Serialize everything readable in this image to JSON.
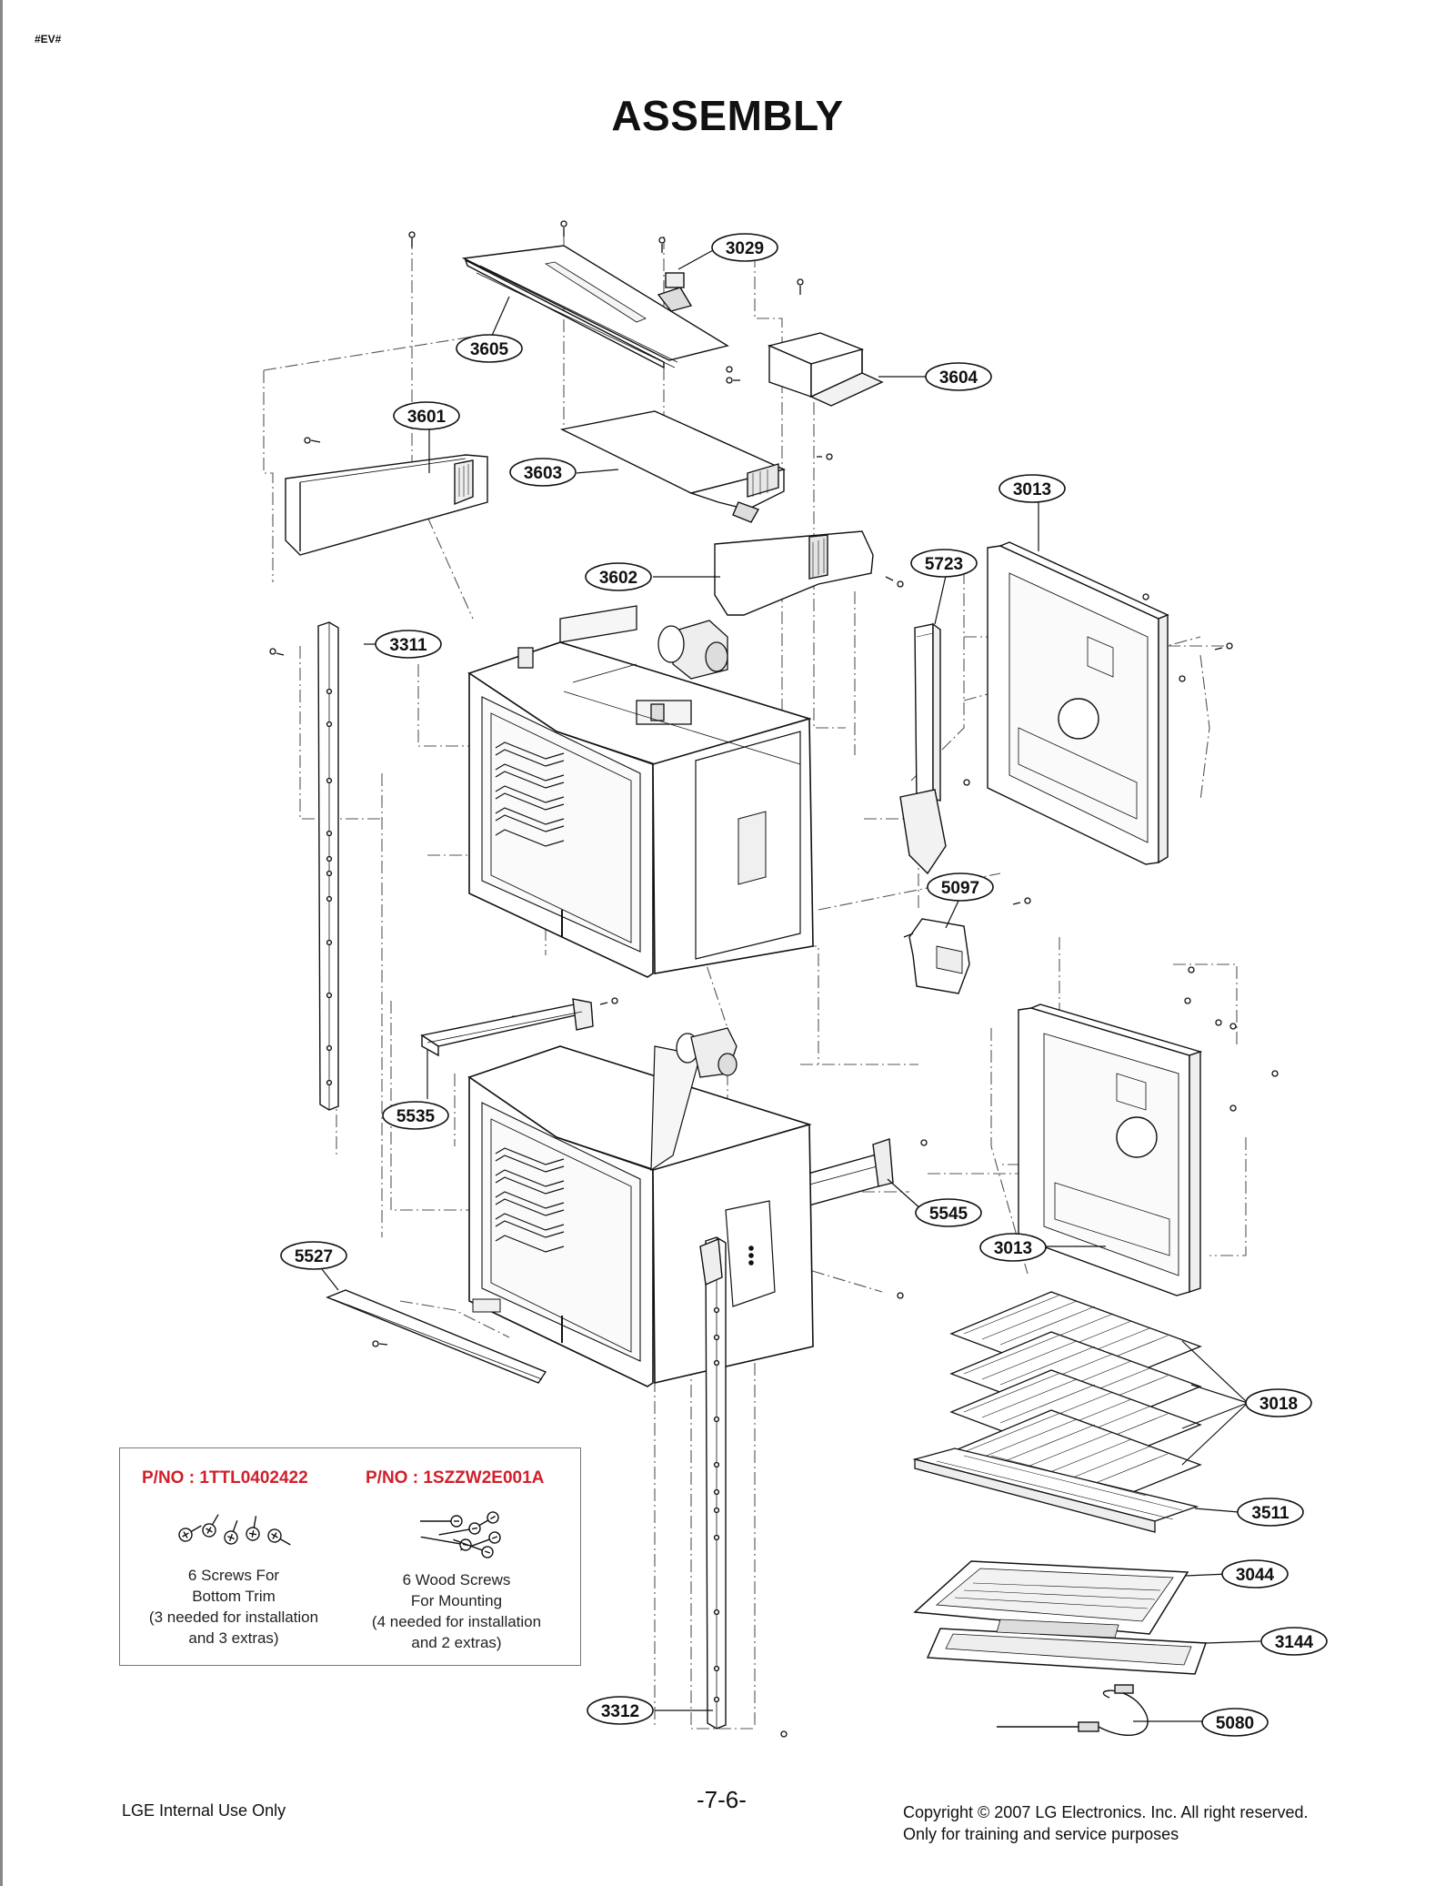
{
  "page": {
    "tag": "#EV#",
    "title": "ASSEMBLY",
    "page_number": "-7-6-",
    "footer_left": "LGE Internal Use Only",
    "footer_right_line1": "Copyright © 2007 LG Electronics. Inc. All right reserved.",
    "footer_right_line2": "Only for training and service purposes"
  },
  "callouts": {
    "c3029": "3029",
    "c3605": "3605",
    "c3604": "3604",
    "c3601": "3601",
    "c3603": "3603",
    "c3013a": "3013",
    "c3602": "3602",
    "c5723": "5723",
    "c3311": "3311",
    "c5097": "5097",
    "c5535": "5535",
    "c5545": "5545",
    "c3013b": "3013",
    "c5527": "5527",
    "c3018": "3018",
    "c3511": "3511",
    "c3044": "3044",
    "c3144": "3144",
    "c3312": "3312",
    "c5080": "5080"
  },
  "screw_box": {
    "pno_left": "P/NO : 1TTL0402422",
    "pno_right": "P/NO : 1SZZW2E001A",
    "left_lines": [
      "6 Screws For",
      "Bottom Trim",
      "(3 needed for installation",
      "and 3 extras)"
    ],
    "right_lines": [
      "6 Wood Screws",
      "For Mounting",
      "(4 needed for installation",
      "and 2 extras)"
    ]
  },
  "colors": {
    "line": "#1a1a1a",
    "dash": "#555555",
    "part_number_red": "#d11f2b"
  }
}
